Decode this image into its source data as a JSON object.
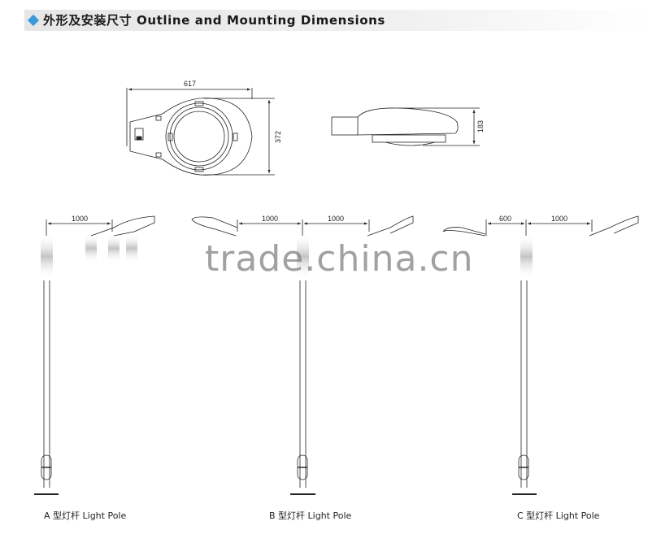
{
  "header": {
    "icon": "diamond-bullet-icon",
    "title": "外形及安装尺寸 Outline and Mounting Dimensions",
    "accent_color": "#3a9ad9"
  },
  "top_view": {
    "width_label": "617",
    "height_label": "372"
  },
  "side_view": {
    "height_label": "183"
  },
  "poles": [
    {
      "id": "A",
      "caption": "A 型灯杆 Light Pole",
      "arm_labels": [
        "1000"
      ]
    },
    {
      "id": "B",
      "caption": "B 型灯杆 Light Pole",
      "arm_labels": [
        "1000",
        "1000"
      ]
    },
    {
      "id": "C",
      "caption": "C 型灯杆 Light Pole",
      "arm_labels": [
        "600",
        "1000"
      ]
    }
  ],
  "watermark": "trade.china.cn"
}
